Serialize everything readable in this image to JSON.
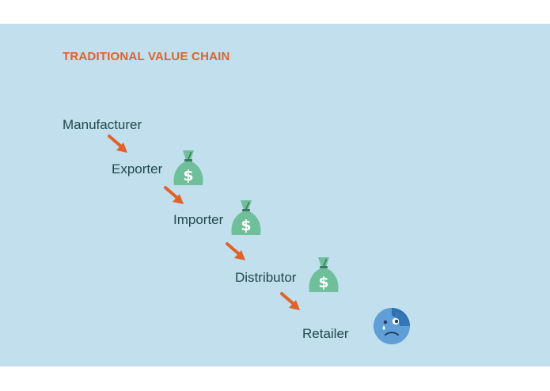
{
  "title": "TRADITIONAL VALUE CHAIN",
  "chain": [
    {
      "label": "Manufacturer"
    },
    {
      "label": "Exporter",
      "icon": "money-bag-icon"
    },
    {
      "label": "Importer",
      "icon": "money-bag-icon"
    },
    {
      "label": "Distributor",
      "icon": "money-bag-icon"
    },
    {
      "label": "Retailer",
      "icon": "sad-crying-face-icon"
    }
  ],
  "colors": {
    "background": "#c1dfed",
    "title": "#e0622a",
    "arrow": "#e0622a",
    "text": "#23484f",
    "money_bag": "#6fc09a",
    "face": "#5f9fd6"
  }
}
